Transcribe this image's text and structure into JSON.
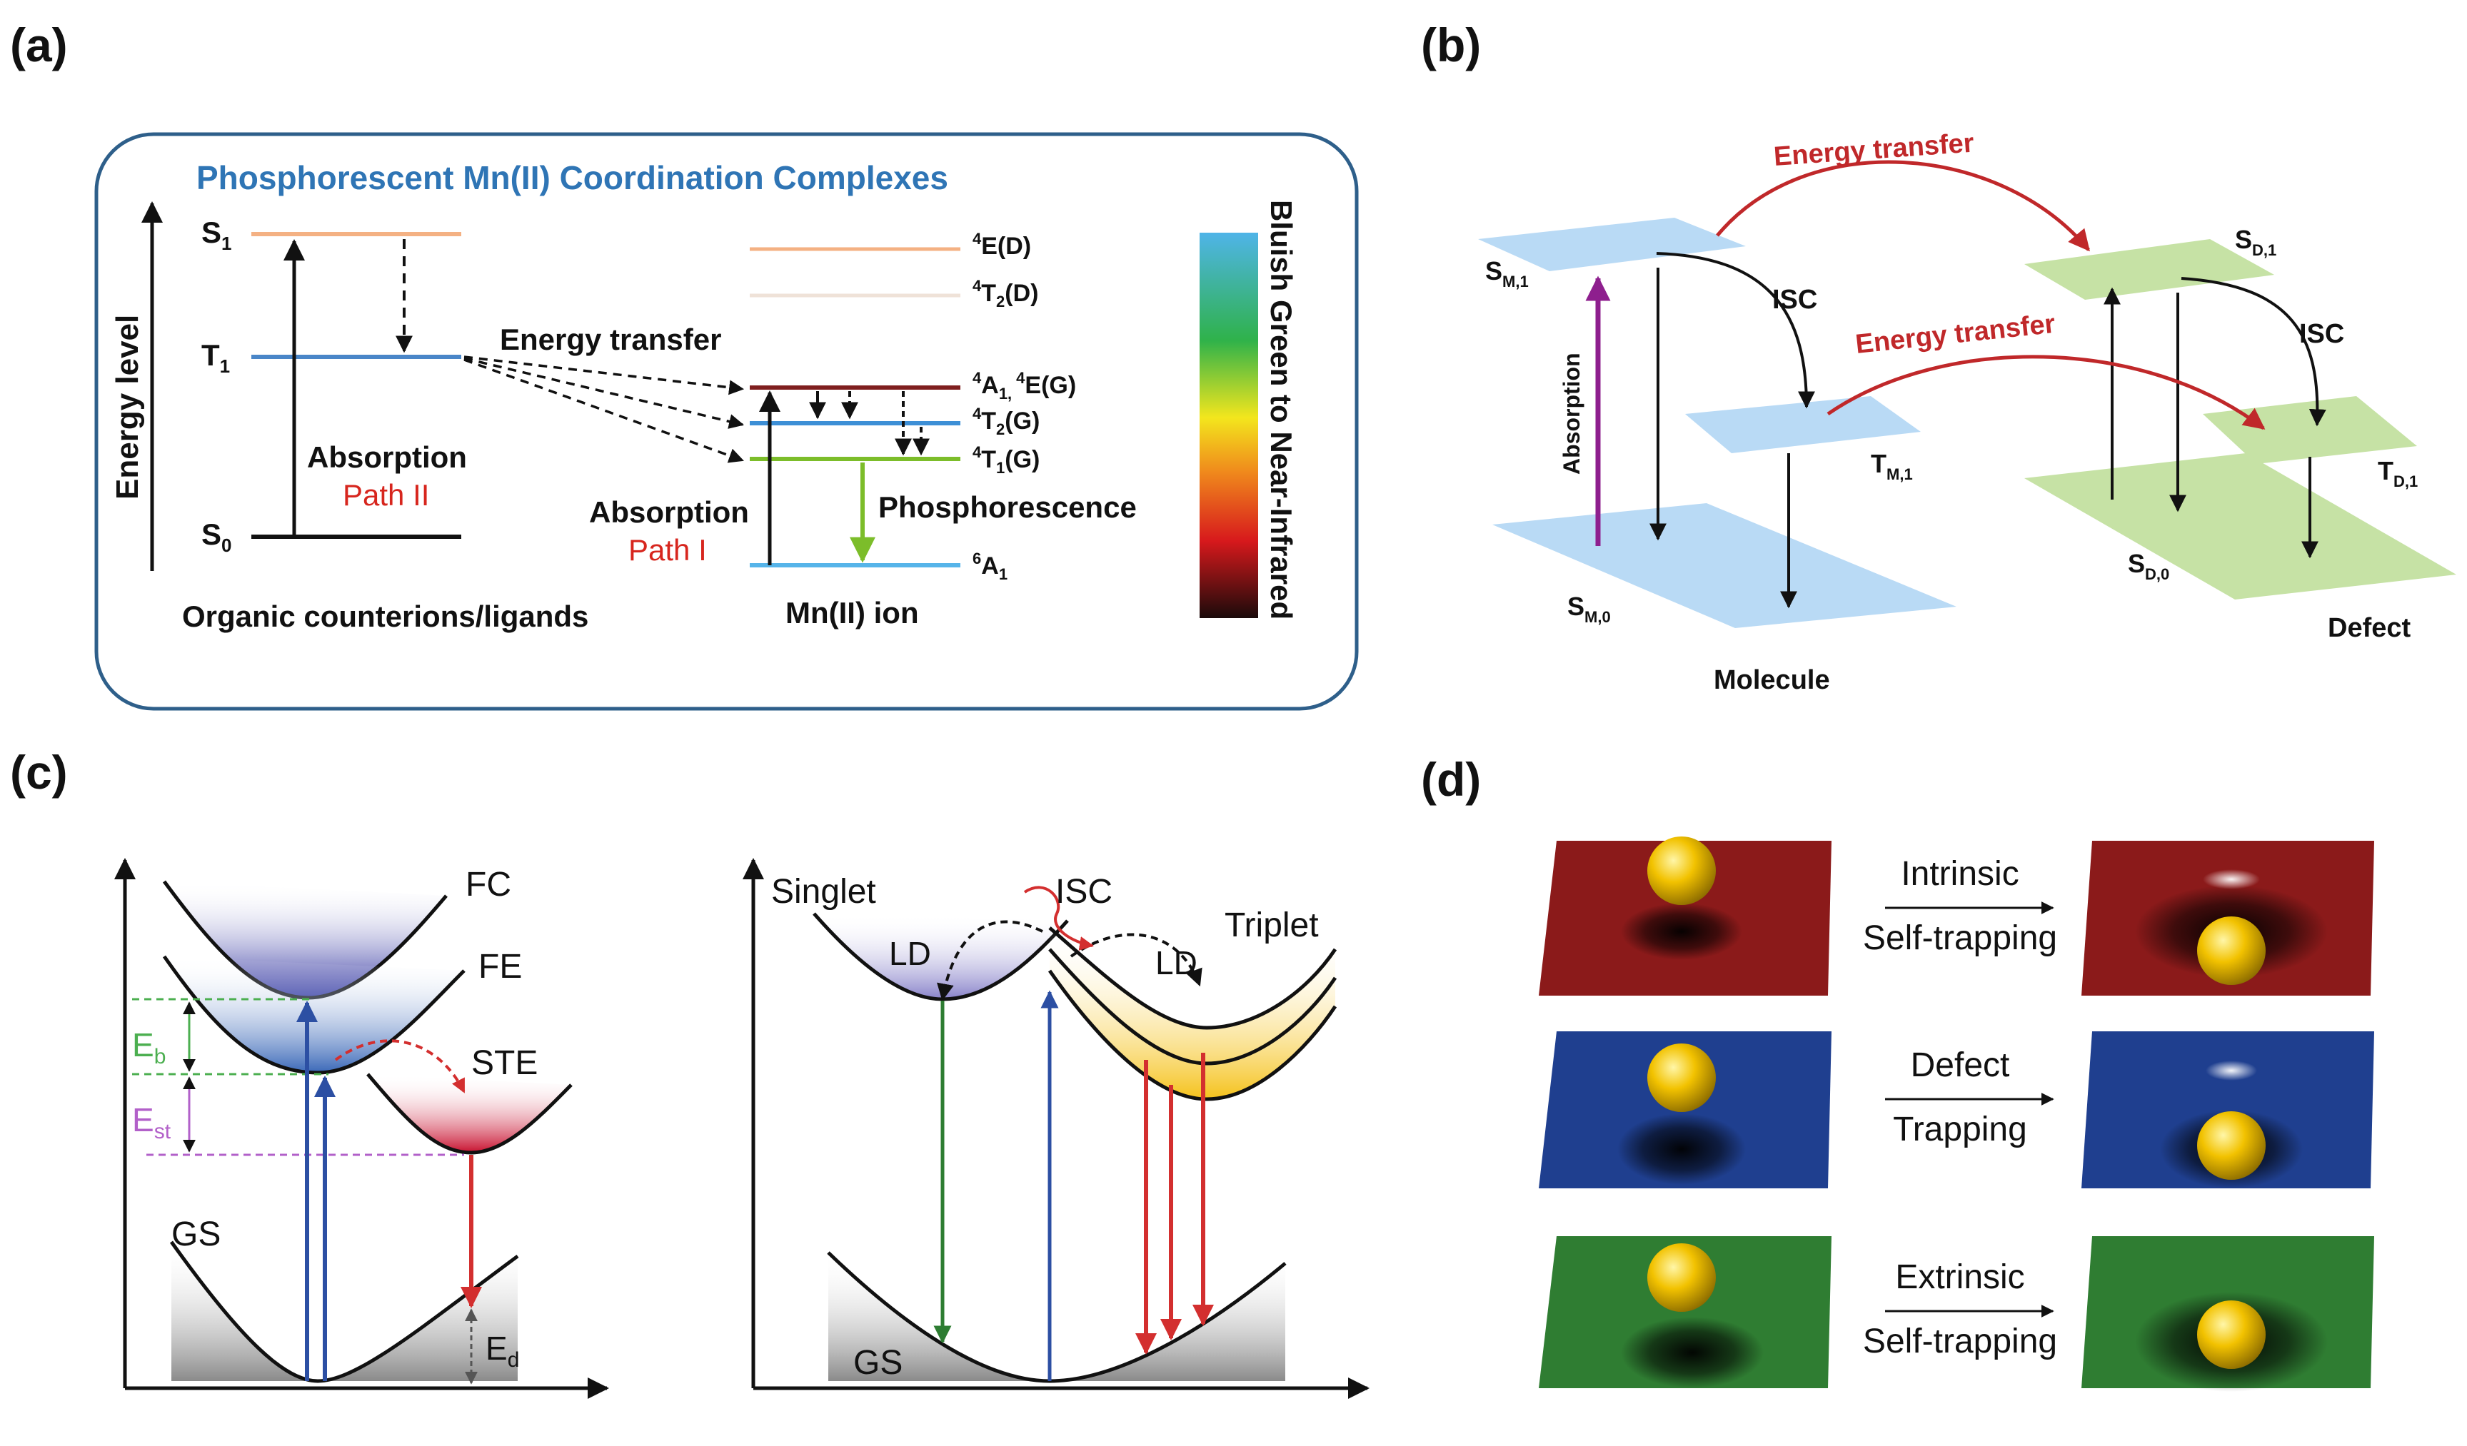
{
  "panel_labels": {
    "a": "(a)",
    "b": "(b)",
    "c": "(c)",
    "d": "(d)"
  },
  "colors": {
    "frame_blue": "#2e5f8a",
    "title_blue": "#2f75b5",
    "red_label": "#d7261e",
    "s1_orange": "#f4b183",
    "t1_blue": "#4a86c8",
    "e4_orange": "#f4b183",
    "t2d_beige": "#efe2d8",
    "a4_brown": "#7f1f1f",
    "t2g_blue": "#3d8fd6",
    "t1g_green": "#7cbd2a",
    "a6_blue": "#56b4e9",
    "plane_blue": "#b9daf5",
    "plane_green": "#c6e2a5",
    "absorption_purple": "#8e1f8e",
    "energy_transfer_red": "#c0282a",
    "fc_fill": "#3b3fae",
    "ste_fill": "#c8102e",
    "eb_green": "#4caf50",
    "est_purple": "#b260c9",
    "arrow_blue": "#2c4fa3",
    "arrow_red": "#d32f2f",
    "arrow_green": "#2e7d32",
    "triplet_yellow": "#f5c21b",
    "plane_red": "#8b1a1a",
    "plane_navy": "#1f3f8f",
    "plane_green_d": "#2f7d32",
    "ball_yellow": "#f2c200"
  },
  "panel_a": {
    "title": "Phosphorescent Mn(II) Coordination Complexes",
    "y_axis_label": "Energy level",
    "left_levels": [
      {
        "main": "S",
        "sub": "1"
      },
      {
        "main": "T",
        "sub": "1"
      },
      {
        "main": "S",
        "sub": "0"
      }
    ],
    "absorption_left": "Absorption",
    "path_ii": "Path II",
    "energy_transfer": "Energy transfer",
    "left_caption": "Organic counterions/ligands",
    "right_levels": [
      {
        "sup": "4",
        "main": "E(D)"
      },
      {
        "sup": "4",
        "main": "T",
        "sub": "2",
        "tail": "(D)"
      },
      {
        "sup": "4",
        "main": "A",
        "sub": "1,",
        "sup2": "4",
        "tail": "E(G)"
      },
      {
        "sup": "4",
        "main": "T",
        "sub": "2",
        "tail": "(G)"
      },
      {
        "sup": "4",
        "main": "T",
        "sub": "1",
        "tail": "(G)"
      },
      {
        "sup": "6",
        "main": "A",
        "sub": "1"
      }
    ],
    "absorption_right": "Absorption",
    "path_i": "Path I",
    "phosphorescence": "Phosphorescence",
    "right_caption": "Mn(II) ion",
    "colorbar_label": "Bluish Green to Near-Infrared"
  },
  "panel_b": {
    "energy_transfer_top": "Energy transfer",
    "energy_transfer_mid": "Energy transfer",
    "isc_left": "ISC",
    "isc_right": "ISC",
    "absorption": "Absorption",
    "s_m1": {
      "main": "S",
      "sub": "M,1"
    },
    "t_m1": {
      "main": "T",
      "sub": "M,1"
    },
    "s_m0": {
      "main": "S",
      "sub": "M,0"
    },
    "s_d1": {
      "main": "S",
      "sub": "D,1"
    },
    "t_d1": {
      "main": "T",
      "sub": "D,1"
    },
    "s_d0": {
      "main": "S",
      "sub": "D,0"
    },
    "molecule": "Molecule",
    "defect": "Defect"
  },
  "panel_c": {
    "fc": "FC",
    "fe": "FE",
    "ste": "STE",
    "gs_left": "GS",
    "eb": {
      "main": "E",
      "sub": "b"
    },
    "est": {
      "main": "E",
      "sub": "st"
    },
    "ed": {
      "main": "E",
      "sub": "d"
    },
    "singlet": "Singlet",
    "isc": "ISC",
    "triplet": "Triplet",
    "ld_left": "LD",
    "ld_right": "LD",
    "gs_right": "GS"
  },
  "panel_d": {
    "rows": [
      {
        "line1": "Intrinsic",
        "line2": "Self-trapping"
      },
      {
        "line1": "Defect",
        "line2": "Trapping"
      },
      {
        "line1": "Extrinsic",
        "line2": "Self-trapping"
      }
    ]
  }
}
